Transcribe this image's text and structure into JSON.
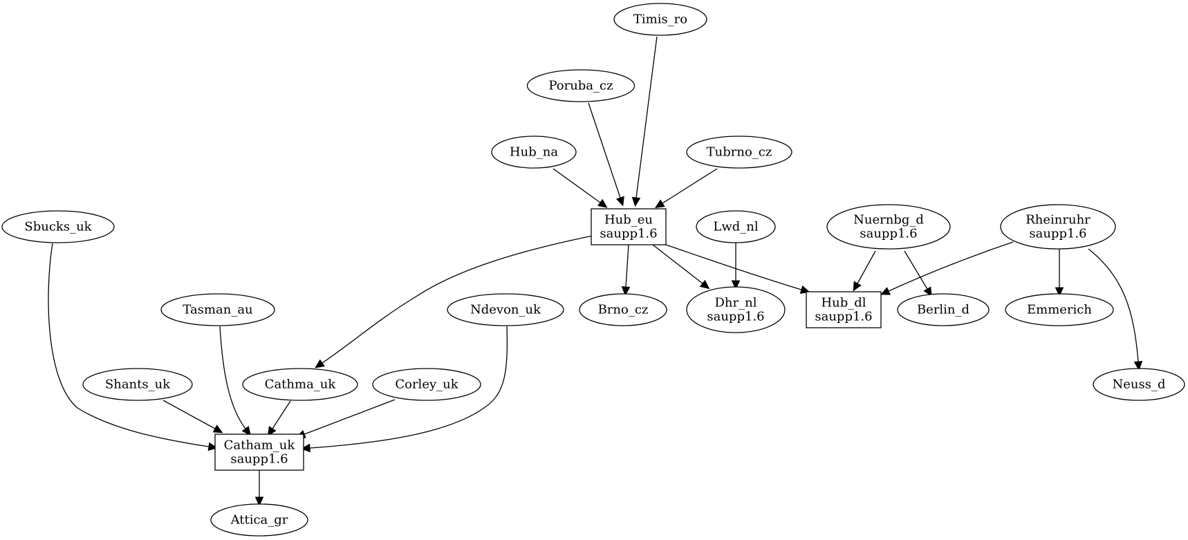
{
  "graph": {
    "nodes": [
      {
        "id": "Timis_ro",
        "shape": "ellipse",
        "lines": [
          "Timis_ro"
        ]
      },
      {
        "id": "Poruba_cz",
        "shape": "ellipse",
        "lines": [
          "Poruba_cz"
        ]
      },
      {
        "id": "Hub_na",
        "shape": "ellipse",
        "lines": [
          "Hub_na"
        ]
      },
      {
        "id": "Tubrno_cz",
        "shape": "ellipse",
        "lines": [
          "Tubrno_cz"
        ]
      },
      {
        "id": "Hub_eu",
        "shape": "box",
        "lines": [
          "Hub_eu",
          "saupp1.6"
        ]
      },
      {
        "id": "Lwd_nl",
        "shape": "ellipse",
        "lines": [
          "Lwd_nl"
        ]
      },
      {
        "id": "Nuernbg_d",
        "shape": "ellipse",
        "lines": [
          "Nuernbg_d",
          "saupp1.6"
        ]
      },
      {
        "id": "Rheinruhr",
        "shape": "ellipse",
        "lines": [
          "Rheinruhr",
          "saupp1.6"
        ]
      },
      {
        "id": "Sbucks_uk",
        "shape": "ellipse",
        "lines": [
          "Sbucks_uk"
        ]
      },
      {
        "id": "Tasman_au",
        "shape": "ellipse",
        "lines": [
          "Tasman_au"
        ]
      },
      {
        "id": "Ndevon_uk",
        "shape": "ellipse",
        "lines": [
          "Ndevon_uk"
        ]
      },
      {
        "id": "Brno_cz",
        "shape": "ellipse",
        "lines": [
          "Brno_cz"
        ]
      },
      {
        "id": "Dhr_nl",
        "shape": "ellipse",
        "lines": [
          "Dhr_nl",
          "saupp1.6"
        ]
      },
      {
        "id": "Hub_dl",
        "shape": "box",
        "lines": [
          "Hub_dl",
          "saupp1.6"
        ]
      },
      {
        "id": "Berlin_d",
        "shape": "ellipse",
        "lines": [
          "Berlin_d"
        ]
      },
      {
        "id": "Emmerich",
        "shape": "ellipse",
        "lines": [
          "Emmerich"
        ]
      },
      {
        "id": "Shants_uk",
        "shape": "ellipse",
        "lines": [
          "Shants_uk"
        ]
      },
      {
        "id": "Cathma_uk",
        "shape": "ellipse",
        "lines": [
          "Cathma_uk"
        ]
      },
      {
        "id": "Corley_uk",
        "shape": "ellipse",
        "lines": [
          "Corley_uk"
        ]
      },
      {
        "id": "Neuss_d",
        "shape": "ellipse",
        "lines": [
          "Neuss_d"
        ]
      },
      {
        "id": "Catham_uk",
        "shape": "box",
        "lines": [
          "Catham_uk",
          "saupp1.6"
        ]
      },
      {
        "id": "Attica_gr",
        "shape": "ellipse",
        "lines": [
          "Attica_gr"
        ]
      }
    ],
    "edges": [
      {
        "from": "Timis_ro",
        "to": "Hub_eu"
      },
      {
        "from": "Poruba_cz",
        "to": "Hub_eu"
      },
      {
        "from": "Hub_na",
        "to": "Hub_eu"
      },
      {
        "from": "Tubrno_cz",
        "to": "Hub_eu"
      },
      {
        "from": "Hub_eu",
        "to": "Cathma_uk"
      },
      {
        "from": "Hub_eu",
        "to": "Brno_cz"
      },
      {
        "from": "Hub_eu",
        "to": "Dhr_nl"
      },
      {
        "from": "Hub_eu",
        "to": "Hub_dl"
      },
      {
        "from": "Lwd_nl",
        "to": "Dhr_nl"
      },
      {
        "from": "Nuernbg_d",
        "to": "Hub_dl"
      },
      {
        "from": "Nuernbg_d",
        "to": "Berlin_d"
      },
      {
        "from": "Rheinruhr",
        "to": "Hub_dl"
      },
      {
        "from": "Rheinruhr",
        "to": "Emmerich"
      },
      {
        "from": "Rheinruhr",
        "to": "Neuss_d"
      },
      {
        "from": "Sbucks_uk",
        "to": "Catham_uk"
      },
      {
        "from": "Tasman_au",
        "to": "Catham_uk"
      },
      {
        "from": "Ndevon_uk",
        "to": "Catham_uk"
      },
      {
        "from": "Shants_uk",
        "to": "Catham_uk"
      },
      {
        "from": "Cathma_uk",
        "to": "Catham_uk"
      },
      {
        "from": "Corley_uk",
        "to": "Catham_uk"
      },
      {
        "from": "Catham_uk",
        "to": "Attica_gr"
      }
    ]
  }
}
